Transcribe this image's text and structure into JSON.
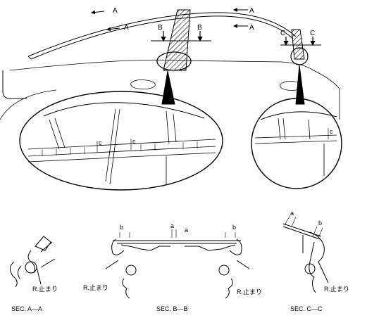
{
  "section_markers": {
    "a": "A",
    "b": "B",
    "c": "C"
  },
  "detail_labels": {
    "clearance_c": "c",
    "dim_a": "a",
    "dim_b": "b"
  },
  "r_label": "R.止まり",
  "captions": {
    "sec_a": "SEC. A—A",
    "sec_b": "SEC. B—B",
    "sec_c": "SEC. C—C"
  }
}
